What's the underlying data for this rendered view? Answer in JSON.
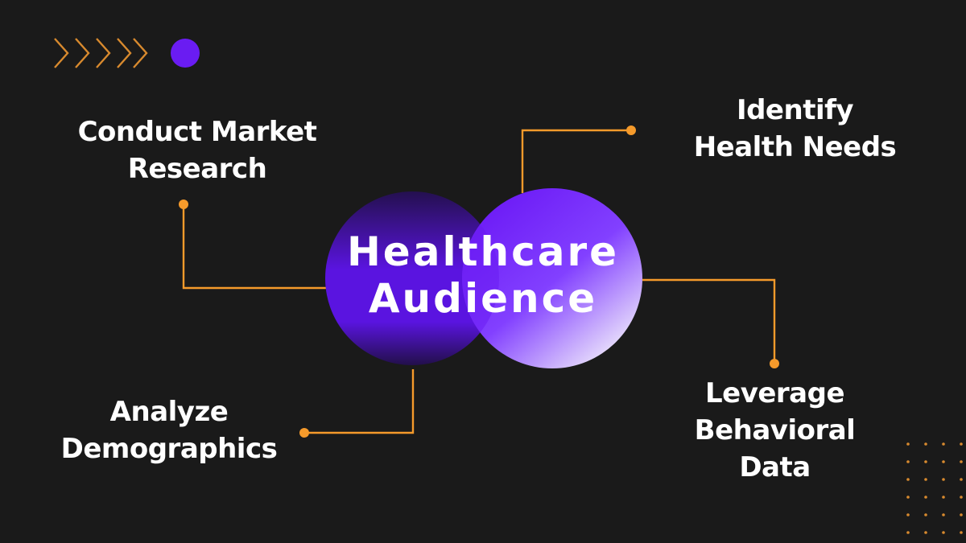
{
  "center": {
    "line1": "Healthcare",
    "line2": "Audience"
  },
  "nodes": [
    {
      "id": "market",
      "line1": "Conduct Market",
      "line2": "Research"
    },
    {
      "id": "health",
      "line1": "Identify",
      "line2": "Health Needs"
    },
    {
      "id": "demo",
      "line1": "Analyze",
      "line2": "Demographics"
    },
    {
      "id": "behav",
      "line1": "Leverage",
      "line2": "Behavioral",
      "line3": "Data"
    }
  ],
  "colors": {
    "background": "#1a1a1a",
    "connector": "#f59a2b",
    "accent_purple": "#6a1cf2",
    "text": "#ffffff"
  },
  "icons": [
    "chevrons-right-icon",
    "dot-grid-icon"
  ]
}
